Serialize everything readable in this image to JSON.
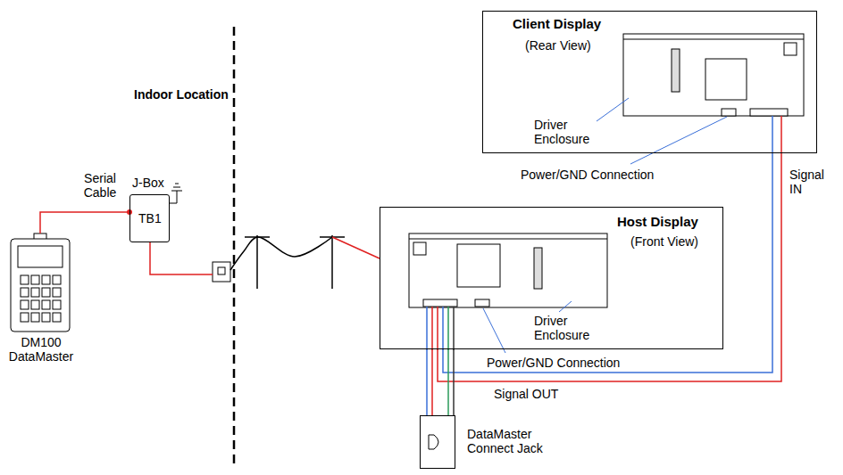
{
  "diagram": {
    "nodes": [
      {
        "text": [
          "Client Display",
          "(Rear View)"
        ]
      },
      {
        "text": [
          "Host Display",
          "(Front View)"
        ]
      },
      {
        "text": [
          "DM100 DataMaster"
        ]
      },
      {
        "text": [
          "J-Box",
          "TB1"
        ]
      },
      {
        "text": [
          "DataMaster Connect Jack"
        ]
      }
    ],
    "edges": [
      {
        "from": 2,
        "to": 3,
        "arrow": "none",
        "label": "Serial Cable"
      },
      {
        "from": 3,
        "to": 1,
        "arrow": "none"
      },
      {
        "from": 1,
        "to": 0,
        "arrow": "none"
      },
      {
        "from": 1,
        "to": 4,
        "arrow": "none"
      }
    ],
    "labels": [
      "Indoor Location",
      "Driver Enclosure",
      "Power/GND Connection",
      "Signal IN",
      "Driver Enclosure",
      "Power/GND Connection",
      "Signal OUT"
    ]
  }
}
